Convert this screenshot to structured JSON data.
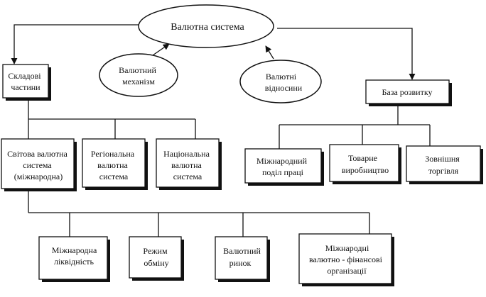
{
  "diagram": {
    "root": {
      "label": "Валютна система"
    },
    "mechanism": {
      "label_lines": [
        "Валютний",
        "механізм"
      ]
    },
    "relations": {
      "label_lines": [
        "Валютні",
        "відносини"
      ]
    },
    "components": {
      "label_lines": [
        "Складові",
        "частини"
      ]
    },
    "base": {
      "label": "База розвитку"
    },
    "systems": [
      {
        "label_lines": [
          "Світова валютна",
          "система",
          "(міжнародна)"
        ]
      },
      {
        "label_lines": [
          "Регіональна",
          "валютна",
          "система"
        ]
      },
      {
        "label_lines": [
          "Національна",
          "валютна",
          "система"
        ]
      }
    ],
    "base_items": [
      {
        "label_lines": [
          "Міжнародний",
          "поділ праці"
        ]
      },
      {
        "label_lines": [
          "Товарне",
          "виробництво"
        ]
      },
      {
        "label_lines": [
          "Зовнішня",
          "торгівля"
        ]
      }
    ],
    "world_elements": [
      {
        "label_lines": [
          "Міжнародна",
          "ліквідність"
        ]
      },
      {
        "label_lines": [
          "Режим",
          "обміну"
        ]
      },
      {
        "label_lines": [
          "Валютний",
          "ринок"
        ]
      },
      {
        "label_lines": [
          "Міжнародні",
          "валютно - фінансові",
          "організації"
        ]
      }
    ],
    "colors": {
      "ink": "#111111",
      "paper": "#ffffff"
    }
  }
}
